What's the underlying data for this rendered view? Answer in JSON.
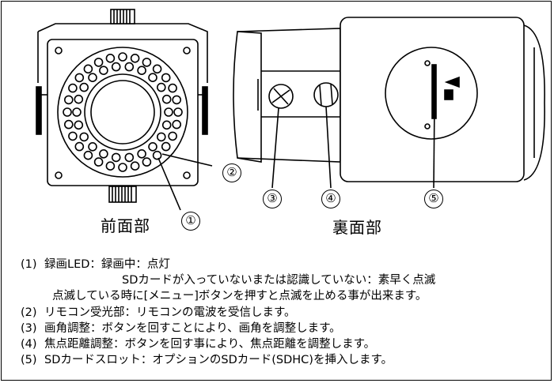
{
  "figure": {
    "front_label": "前面部",
    "back_label": "裏面部",
    "callouts": [
      "②",
      "①",
      "③",
      "④",
      "⑤"
    ]
  },
  "legend": {
    "items": [
      {
        "num": "(1)",
        "text": "録画LED：録画中：点灯"
      },
      {
        "num": "",
        "text": "SDカードが入っていないまたは認識していない：素早く点滅"
      },
      {
        "num": "",
        "text": "点滅している時に[メニュー]ボタンを押すと点滅を止める事が出来ます。"
      },
      {
        "num": "(2)",
        "text": "リモコン受光部：リモコンの電波を受信します。"
      },
      {
        "num": "(3)",
        "text": "画角調整：ボタンを回すことにより、画角を調整します。"
      },
      {
        "num": "(4)",
        "text": "焦点距離調整：ボタンを回す事により、焦点距離を調整します。"
      },
      {
        "num": "(5)",
        "text": "SDカードスロット：オプションのSDカード(SDHC)を挿入します。"
      }
    ]
  }
}
